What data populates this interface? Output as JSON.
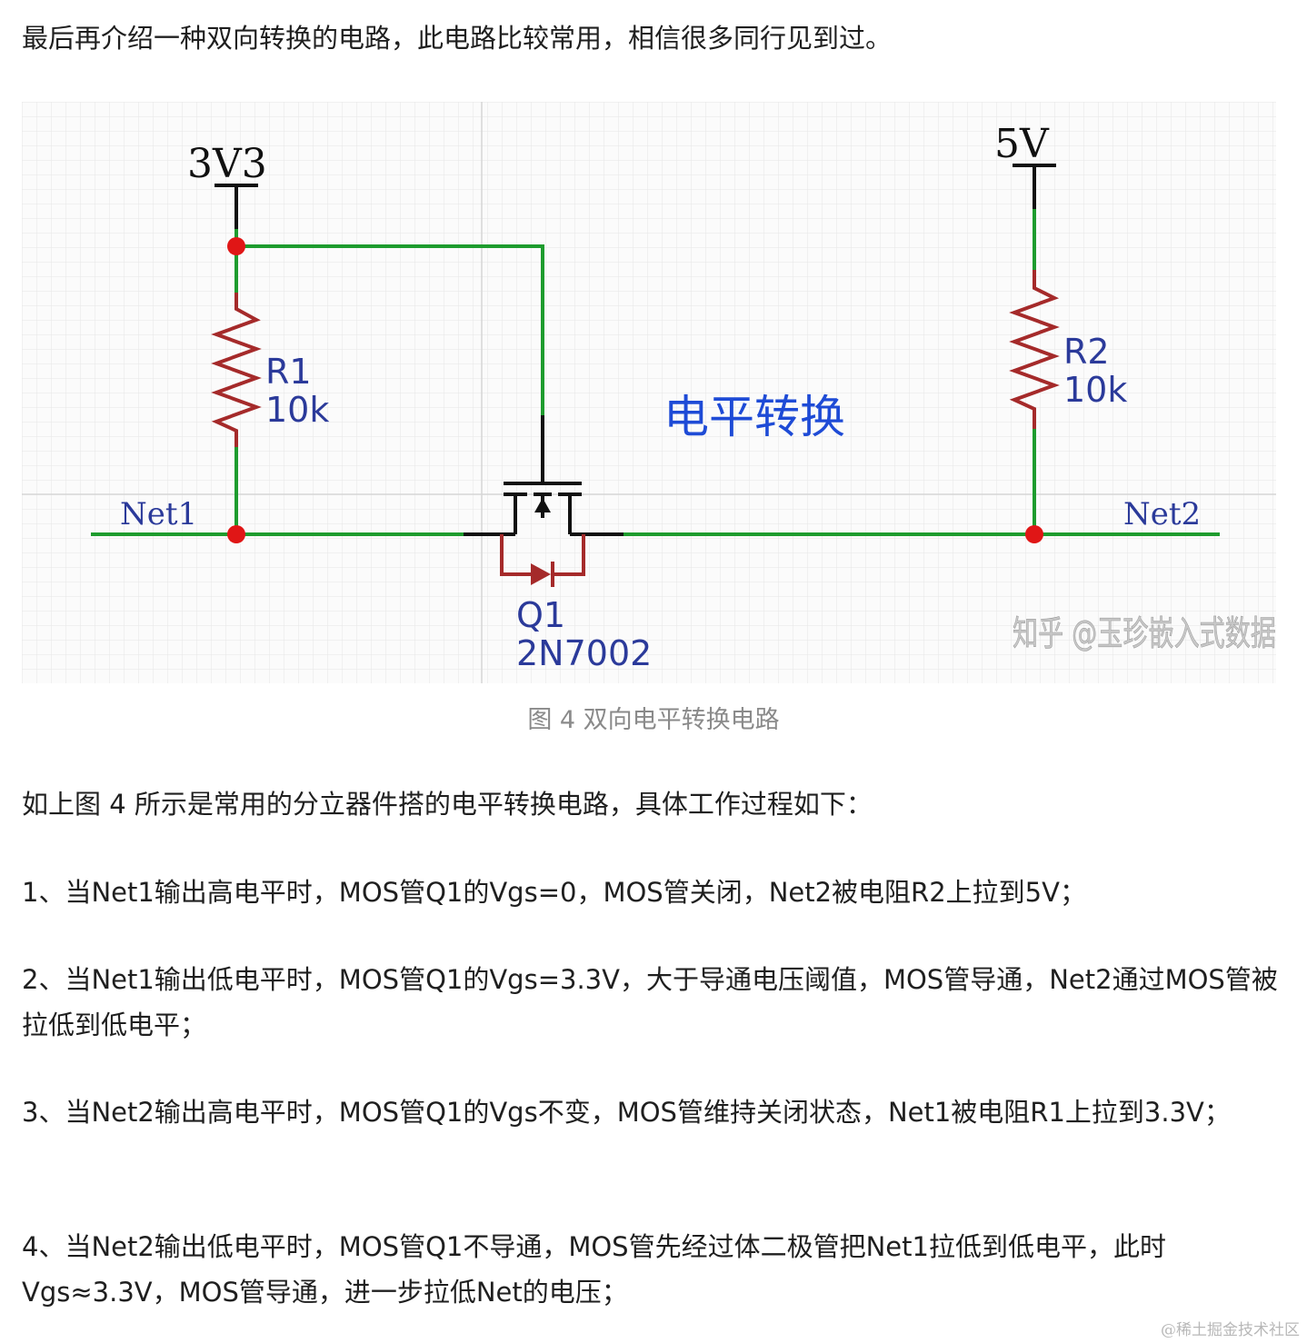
{
  "intro": "最后再介绍一种双向转换的电路，此电路比较常用，相信很多同行见到过。",
  "diagram": {
    "supply_left": "3V3",
    "supply_right": "5V",
    "r1_ref": "R1",
    "r1_value": "10k",
    "r2_ref": "R2",
    "r2_value": "10k",
    "net1": "Net1",
    "net2": "Net2",
    "q1_ref": "Q1",
    "q1_part": "2N7002",
    "title": "电平转换",
    "watermark": "知乎 @玉珍嵌入式数据",
    "colors": {
      "wire": "#1e9c2e",
      "component": "#a52a2a",
      "junction": "#e01616",
      "label": "#2b3a9a",
      "title": "#1e4bd6"
    }
  },
  "caption": "图 4 双向电平转换电路",
  "lead": "如上图 4 所示是常用的分立器件搭的电平转换电路，具体工作过程如下：",
  "steps": [
    "1、当Net1输出高电平时，MOS管Q1的Vgs=0，MOS管关闭，Net2被电阻R2上拉到5V；",
    "2、当Net1输出低电平时，MOS管Q1的Vgs=3.3V，大于导通电压阈值，MOS管导通，Net2通过MOS管被拉低到低电平；",
    "3、当Net2输出高电平时，MOS管Q1的Vgs不变，MOS管维持关闭状态，Net1被电阻R1上拉到3.3V；",
    "4、当Net2输出低电平时，MOS管Q1不导通，MOS管先经过体二极管把Net1拉低到低电平，此时Vgs≈3.3V，MOS管导通，进一步拉低Net的电压；"
  ],
  "footer": "@稀土掘金技术社区"
}
